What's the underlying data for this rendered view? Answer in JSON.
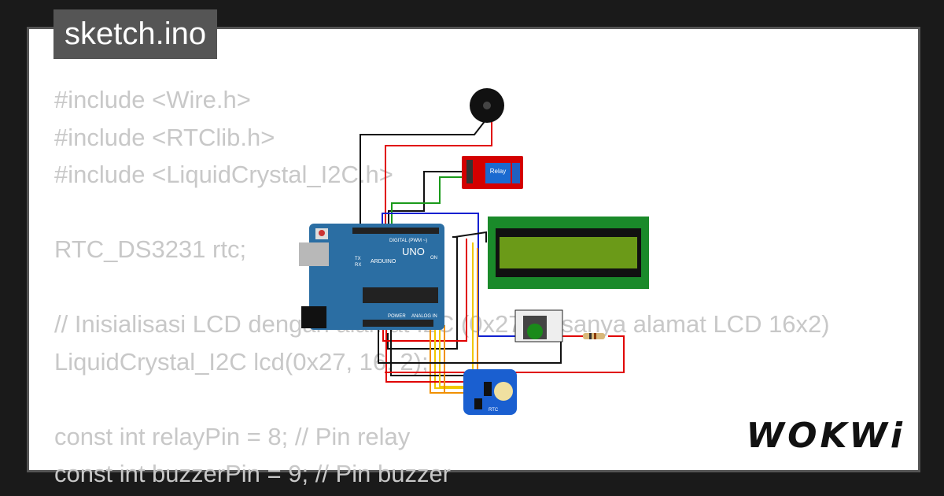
{
  "header": {
    "filename": "sketch.ino"
  },
  "code_lines": [
    "#include <Wire.h>",
    "#include <RTClib.h>",
    "#include <LiquidCrystal_I2C.h>",
    "",
    "RTC_DS3231 rtc;",
    "",
    "// Inisialisasi LCD dengan alamat I2C (0x27 biasanya alamat LCD 16x2)",
    "LiquidCrystal_I2C lcd(0x27, 16, 2);",
    "",
    "const int relayPin = 8; // Pin relay",
    "const int buzzerPin = 9; // Pin buzzer"
  ],
  "diagram": {
    "arduino": {
      "label_brand": "ARDUINO",
      "label_model": "UNO",
      "label_digital": "DIGITAL (PWM ~)",
      "label_power": "POWER",
      "label_analog": "ANALOG IN",
      "label_on": "ON",
      "label_tx": "TX",
      "label_rx": "RX"
    },
    "relay": {
      "label": "Relay"
    },
    "rtc": {
      "label": "RTC"
    },
    "wire_colors": {
      "red": "#e00000",
      "black": "#111111",
      "green": "#1a9a1a",
      "blue": "#1020d0",
      "yellow": "#f0c800",
      "orange": "#f09000"
    }
  },
  "brand": {
    "logo": "WOKWi"
  }
}
